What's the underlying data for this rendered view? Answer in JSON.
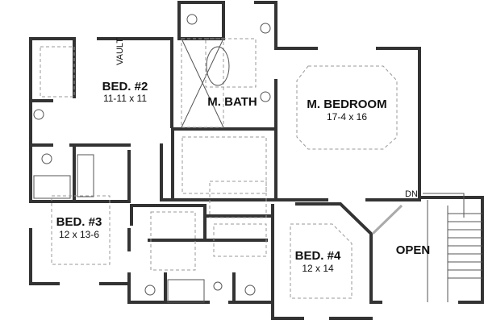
{
  "rooms": {
    "bed2": {
      "name": "BED. #2",
      "size": "11-11 x 11",
      "note": "VAULT"
    },
    "mbath": {
      "name": "M. BATH"
    },
    "mbedroom": {
      "name": "M. BEDROOM",
      "size": "17-4 x 16"
    },
    "bed3": {
      "name": "BED. #3",
      "size": "12 x 13-6"
    },
    "bed4": {
      "name": "BED. #4",
      "size": "12 x 14"
    },
    "open": {
      "name": "OPEN"
    },
    "stairs": {
      "label": "DN"
    }
  }
}
